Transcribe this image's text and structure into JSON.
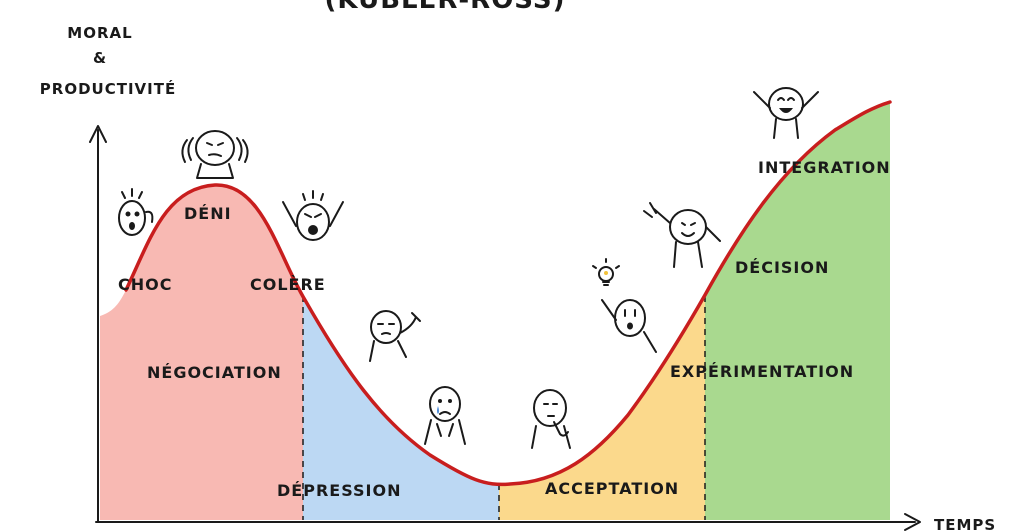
{
  "header": {
    "title_partial": "(KUBLER-ROSS)"
  },
  "axes": {
    "y_label_lines": [
      "MORAL",
      "&",
      "PRODUCTIVITÉ"
    ],
    "x_label": "TEMPS"
  },
  "stages": [
    {
      "key": "choc",
      "label": "CHOC"
    },
    {
      "key": "deni",
      "label": "DÉNI"
    },
    {
      "key": "colere",
      "label": "COLÈRE"
    },
    {
      "key": "negociation",
      "label": "NÉGOCIATION"
    },
    {
      "key": "depression",
      "label": "DÉPRESSION"
    },
    {
      "key": "acceptation",
      "label": "ACCEPTATION"
    },
    {
      "key": "experimentation",
      "label": "EXPÉRIMENTATION"
    },
    {
      "key": "decision",
      "label": "DÉCISION"
    },
    {
      "key": "integration",
      "label": "INTEGRATION"
    }
  ],
  "phases": [
    {
      "name": "red",
      "color": "#f8b9b3"
    },
    {
      "name": "blue",
      "color": "#bcd8f3"
    },
    {
      "name": "yellow",
      "color": "#fbd98c"
    },
    {
      "name": "green",
      "color": "#a9d98f"
    }
  ],
  "curve_color": "#c81e1e"
}
